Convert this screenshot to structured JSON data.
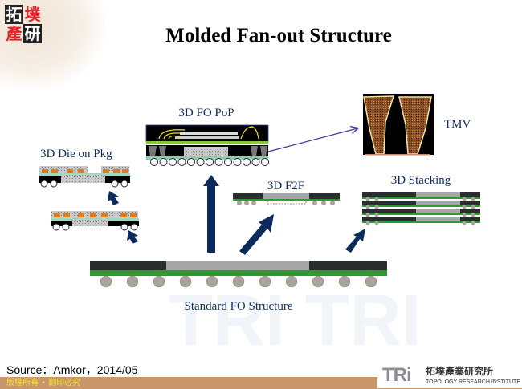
{
  "logo": {
    "chars": [
      "拓",
      "墣",
      "產",
      "研"
    ]
  },
  "slide": {
    "title": "Molded Fan-out Structure"
  },
  "diagram": {
    "labels": {
      "standard": "Standard FO Structure",
      "fo_pop": "3D FO PoP",
      "tmv": "TMV",
      "die_on_pkg": "3D Die on Pkg",
      "f2f": "3D F2F",
      "stacking": "3D Stacking"
    },
    "colors": {
      "arrow": "#0d2a5c",
      "mold": "#2a2d2e",
      "die": "#a4a6a8",
      "substrate": "#2e9a2e",
      "ball": "#a8a49c",
      "label": "#0f2a5e"
    }
  },
  "footer": {
    "source": "Source：Amkor，2014/05",
    "copyright": "版權所有 • 翻印必究",
    "brand_mark": "TRi",
    "brand_cn": "拓墣產業研究所",
    "brand_en": "TOPOLOGY RESEARCH INSTITUTE"
  }
}
